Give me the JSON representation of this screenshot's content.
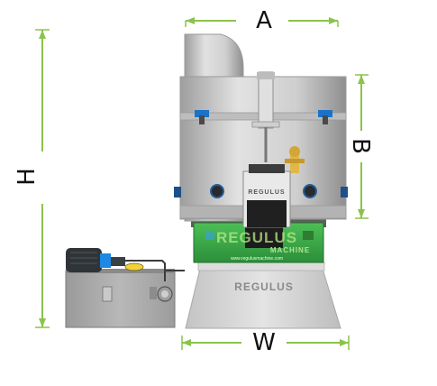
{
  "dimensions": {
    "a_label": "A",
    "b_label": "B",
    "h_label": "H",
    "w_label": "W"
  },
  "branding": {
    "base_text": "REGULUS",
    "hatch_text": "REGULUS",
    "panel_text": "REGULUS",
    "panel_subtext": "MACHINE",
    "panel_url": "www.regulusmachine.com"
  },
  "colors": {
    "dimension_line": "#8bc34a",
    "panel_green": "#3aa84a",
    "body_gray": "#c9c9c9",
    "motor_dark": "#2f3438",
    "coupling_blue": "#1e88e5"
  }
}
